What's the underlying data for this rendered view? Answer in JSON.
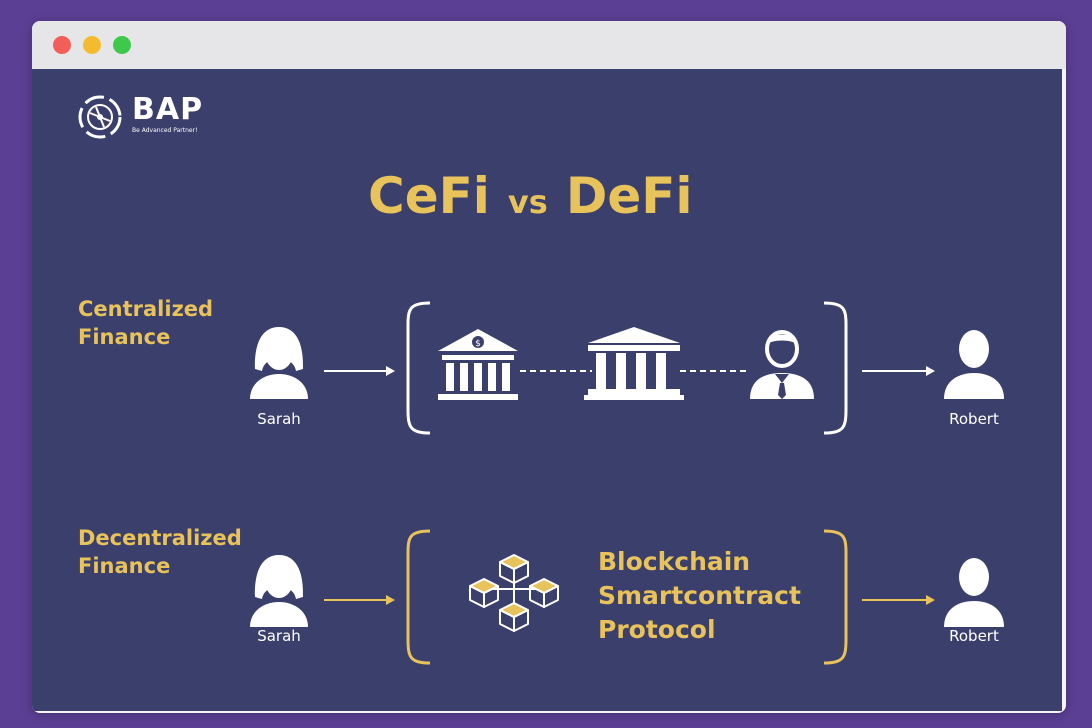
{
  "logo": {
    "name": "BAP",
    "tagline": "Be Advanced Partner!"
  },
  "title": {
    "left": "CeFi",
    "middle": "vs",
    "right": "DeFi"
  },
  "cefi": {
    "label_line1": "Centralized",
    "label_line2": "Finance",
    "sender": "Sarah",
    "receiver": "Robert"
  },
  "defi": {
    "label_line1": "Decentralized",
    "label_line2": "Finance",
    "sender": "Sarah",
    "receiver": "Robert",
    "line1": "Blockchain",
    "line2": "Smartcontract",
    "line3": "Protocol"
  },
  "icons": {
    "bank": "bank-icon",
    "institution": "institution-icon",
    "banker": "businessman-icon",
    "blocks": "blockchain-icon",
    "person_female": "woman-icon",
    "person_male": "man-icon"
  },
  "colors": {
    "background": "#5b3f94",
    "slide": "#3b3f6b",
    "accent": "#e8c25a",
    "text": "#ffffff"
  }
}
